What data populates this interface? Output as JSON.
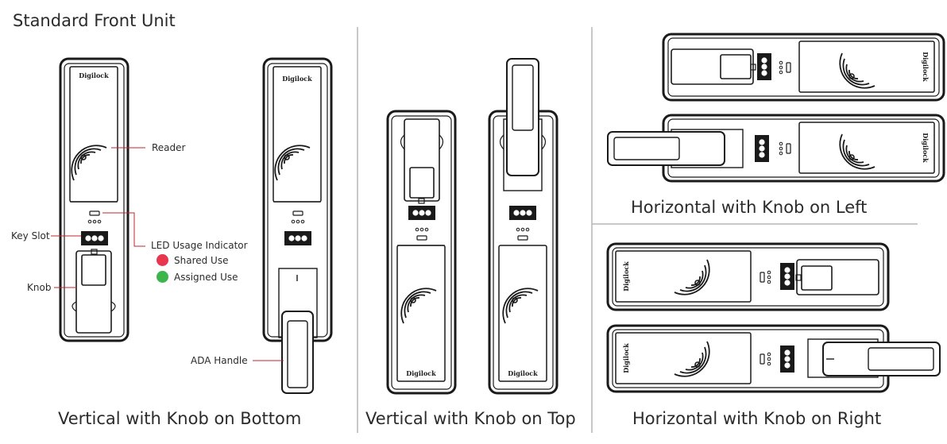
{
  "title": "Standard Front Unit",
  "brand": "Digilock",
  "sections": [
    {
      "caption": "Vertical with Knob on Bottom"
    },
    {
      "caption": "Vertical with Knob on Top"
    },
    {
      "caption": "Horizontal with Knob on Left"
    },
    {
      "caption": "Horizontal with Knob on Right"
    }
  ],
  "callouts": {
    "reader": "Reader",
    "key_slot": "Key Slot",
    "knob": "Knob",
    "led": "LED Usage Indicator",
    "ada": "ADA Handle"
  },
  "legend": [
    {
      "label": "Shared Use",
      "color": "#e8364f"
    },
    {
      "label": "Assigned Use",
      "color": "#3cb54a"
    }
  ],
  "colors": {
    "stroke": "#1a1a1a",
    "divider": "#b5b5b5",
    "leader": "#c0272d"
  }
}
